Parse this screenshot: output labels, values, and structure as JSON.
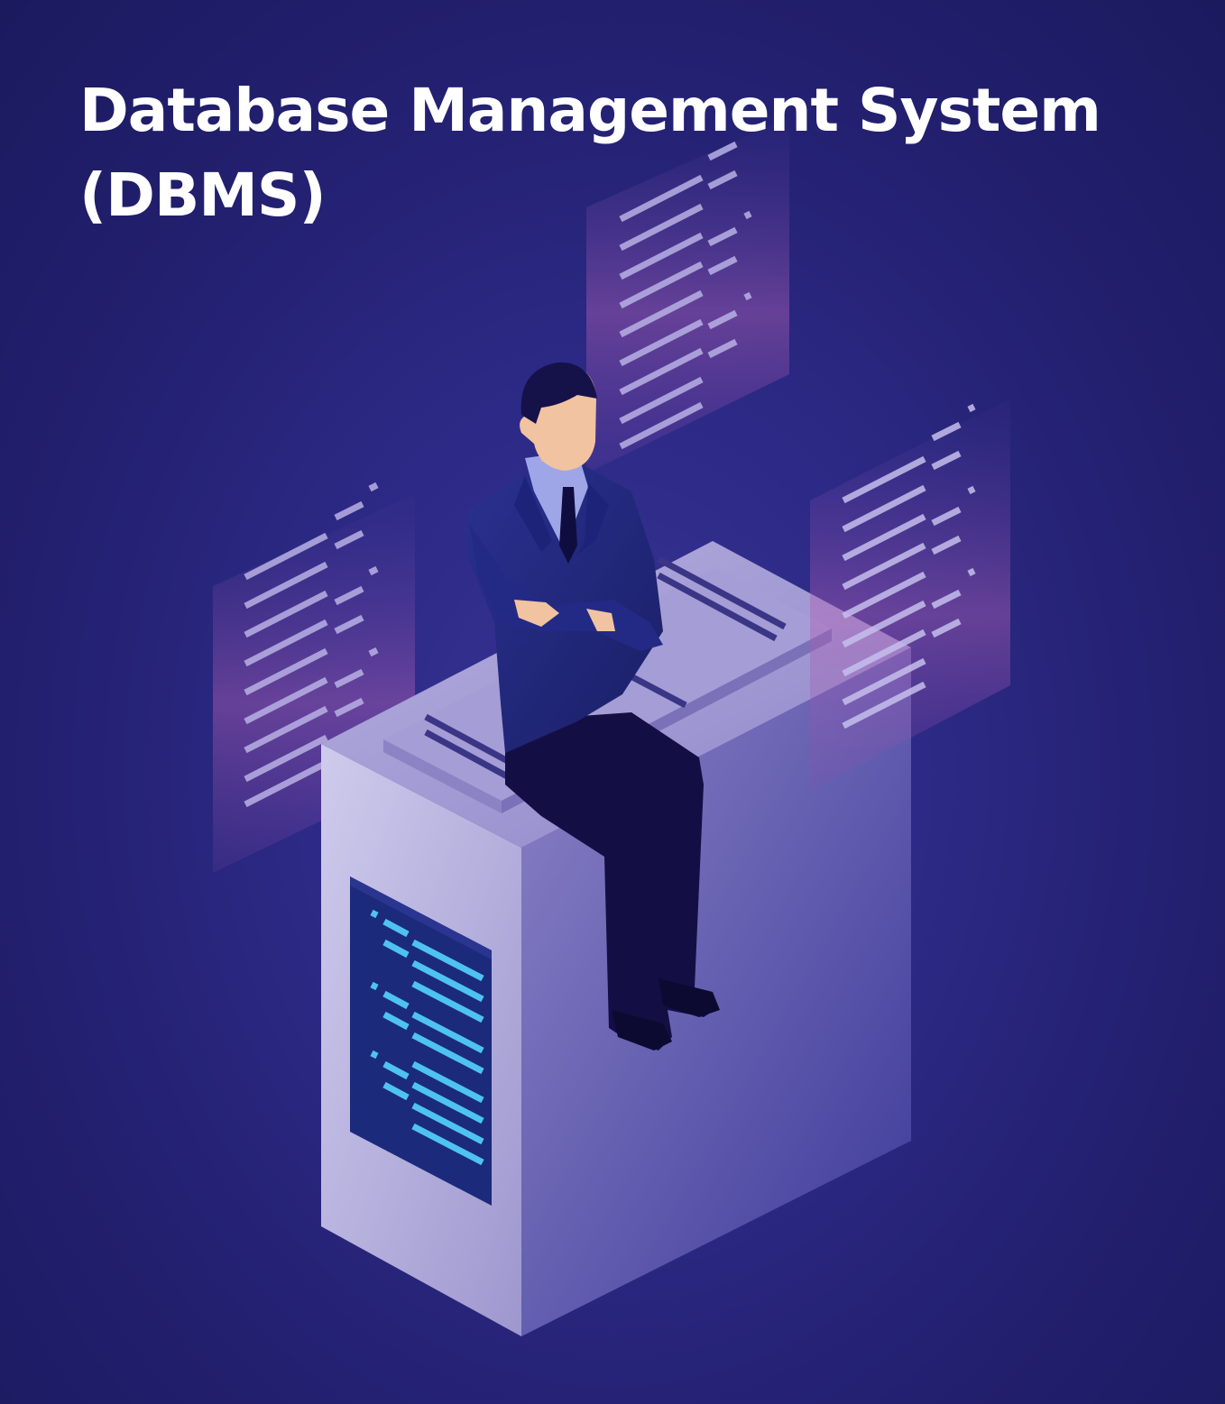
{
  "title": {
    "line1": "Database Management System",
    "line2": "(DBMS)"
  },
  "illustration": {
    "subject": "isometric person sitting on a database server with floating data panels",
    "icons": [
      "server-icon",
      "person-icon",
      "data-panel-icon"
    ]
  },
  "colors": {
    "background": "#2c2a86",
    "title_text": "#ffffff",
    "server_light": "#c3c0e4",
    "server_dark": "#5a4fa6",
    "screen_lines": "#4ec3f0",
    "panel_glow": "#b560b8",
    "suit": "#1f2470",
    "skin": "#f2c3a0"
  }
}
